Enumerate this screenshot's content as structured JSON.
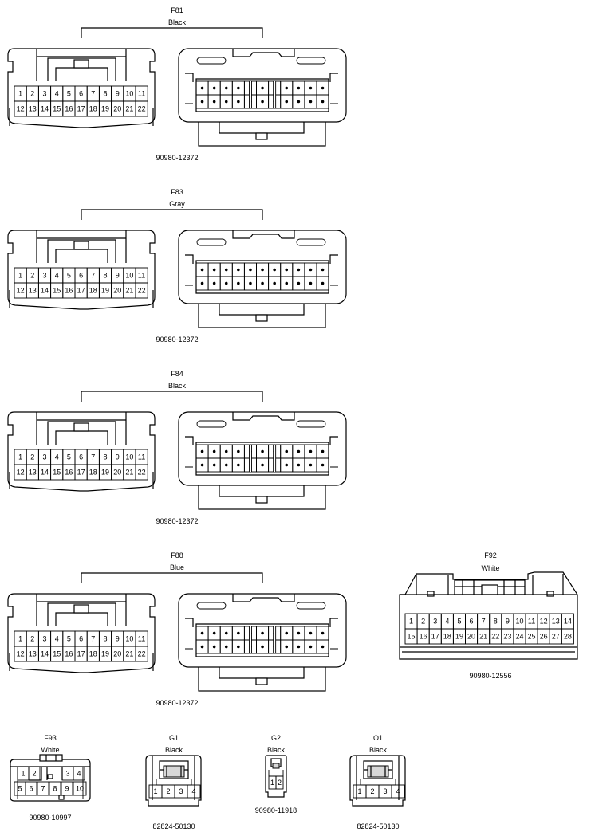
{
  "connectors": [
    {
      "id": "F81",
      "color": "Black",
      "part": "90980-12372",
      "pins": [
        "1",
        "2",
        "3",
        "4",
        "5",
        "6",
        "7",
        "8",
        "9",
        "10",
        "11",
        "12",
        "13",
        "14",
        "15",
        "16",
        "17",
        "18",
        "19",
        "20",
        "21",
        "22"
      ]
    },
    {
      "id": "F83",
      "color": "Gray",
      "part": "90980-12372",
      "pins": [
        "1",
        "2",
        "3",
        "4",
        "5",
        "6",
        "7",
        "8",
        "9",
        "10",
        "11",
        "12",
        "13",
        "14",
        "15",
        "16",
        "17",
        "18",
        "19",
        "20",
        "21",
        "22"
      ]
    },
    {
      "id": "F84",
      "color": "Black",
      "part": "90980-12372",
      "pins": [
        "1",
        "2",
        "3",
        "4",
        "5",
        "6",
        "7",
        "8",
        "9",
        "10",
        "11",
        "12",
        "13",
        "14",
        "15",
        "16",
        "17",
        "18",
        "19",
        "20",
        "21",
        "22"
      ]
    },
    {
      "id": "F88",
      "color": "Blue",
      "part": "90980-12372",
      "pins": [
        "1",
        "2",
        "3",
        "4",
        "5",
        "6",
        "7",
        "8",
        "9",
        "10",
        "11",
        "12",
        "13",
        "14",
        "15",
        "16",
        "17",
        "18",
        "19",
        "20",
        "21",
        "22"
      ]
    },
    {
      "id": "F92",
      "color": "White",
      "part": "90980-12556",
      "pins": [
        "1",
        "2",
        "3",
        "4",
        "5",
        "6",
        "7",
        "8",
        "9",
        "10",
        "11",
        "12",
        "13",
        "14",
        "15",
        "16",
        "17",
        "18",
        "19",
        "20",
        "21",
        "22",
        "23",
        "24",
        "25",
        "26",
        "27",
        "28"
      ]
    },
    {
      "id": "F93",
      "color": "White",
      "part": "90980-10997",
      "pins": [
        "1",
        "2",
        "3",
        "4",
        "5",
        "6",
        "7",
        "8",
        "9",
        "10"
      ]
    },
    {
      "id": "G1",
      "color": "Black",
      "part": "82824-50130",
      "pins": [
        "1",
        "2",
        "3",
        "4"
      ]
    },
    {
      "id": "G2",
      "color": "Black",
      "part": "90980-11918",
      "pins": [
        "1",
        "2"
      ]
    },
    {
      "id": "O1",
      "color": "Black",
      "part": "82824-50130",
      "pins": [
        "1",
        "2",
        "3",
        "4"
      ]
    }
  ]
}
